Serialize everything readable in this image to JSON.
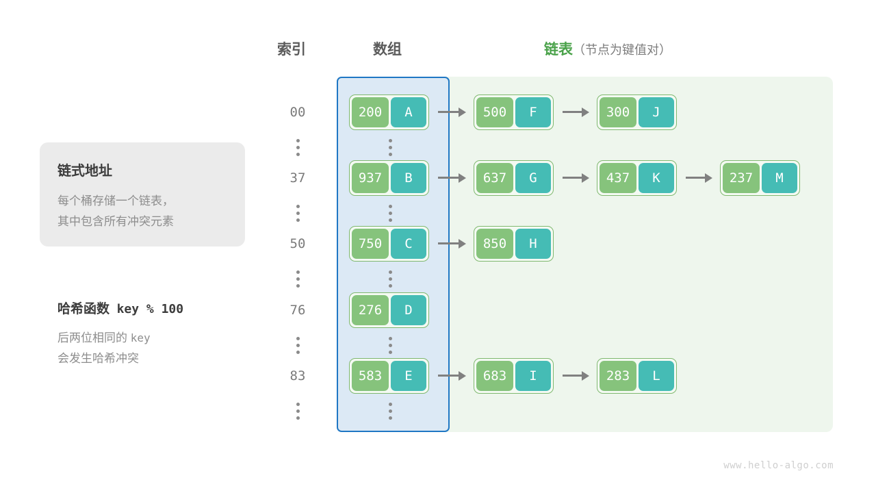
{
  "headers": {
    "index": "索引",
    "array": "数组",
    "list_main": "链表",
    "list_sub": "（节点为键值对）"
  },
  "info_card": {
    "title": "链式地址",
    "line1": "每个桶存储一个链表，",
    "line2": "其中包含所有冲突元素"
  },
  "hash_note": {
    "title_cn": "哈希函数",
    "title_code": "key % 100",
    "line1_cn": "后两位相同的",
    "line1_code": "key",
    "line2": "会发生哈希冲突"
  },
  "colors": {
    "key_cell": "#86c37c",
    "value_cell": "#45bcb5",
    "node_border": "#7fb86f",
    "array_panel_bg": "#dce9f5",
    "array_panel_border": "#1f77c4",
    "list_panel_bg": "#eef6ed",
    "arrow": "#808080",
    "accent_green_text": "#4aa24a"
  },
  "rows": [
    {
      "index": "00",
      "bucket": {
        "key": "200",
        "value": "A"
      },
      "chain": [
        {
          "key": "500",
          "value": "F"
        },
        {
          "key": "300",
          "value": "J"
        }
      ]
    },
    {
      "index": "37",
      "bucket": {
        "key": "937",
        "value": "B"
      },
      "chain": [
        {
          "key": "637",
          "value": "G"
        },
        {
          "key": "437",
          "value": "K"
        },
        {
          "key": "237",
          "value": "M"
        }
      ]
    },
    {
      "index": "50",
      "bucket": {
        "key": "750",
        "value": "C"
      },
      "chain": [
        {
          "key": "850",
          "value": "H"
        }
      ]
    },
    {
      "index": "76",
      "bucket": {
        "key": "276",
        "value": "D"
      },
      "chain": []
    },
    {
      "index": "83",
      "bucket": {
        "key": "583",
        "value": "E"
      },
      "chain": [
        {
          "key": "683",
          "value": "I"
        },
        {
          "key": "283",
          "value": "L"
        }
      ]
    }
  ],
  "watermark": "www.hello-algo.com"
}
